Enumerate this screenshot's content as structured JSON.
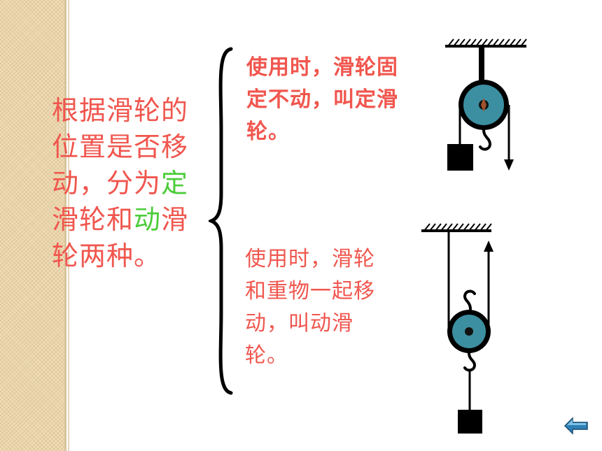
{
  "main_text": {
    "part1": "根据滑轮的位置是否移动，分为",
    "fixed_word": "定",
    "part2": "滑轮和",
    "movable_word": "动",
    "part3": "滑轮两种。"
  },
  "fixed_pulley_desc": "使用时，滑轮固定不动，叫定滑轮。",
  "movable_pulley_desc": "使用时，滑轮和重物一起移动，叫动滑轮。",
  "colors": {
    "text": "#f0564e",
    "highlight": "#4ccc3a",
    "pulley": "#3c8fa0",
    "back_button": "#2e7fb5"
  },
  "icons": {
    "back": "arrow-left-icon"
  }
}
